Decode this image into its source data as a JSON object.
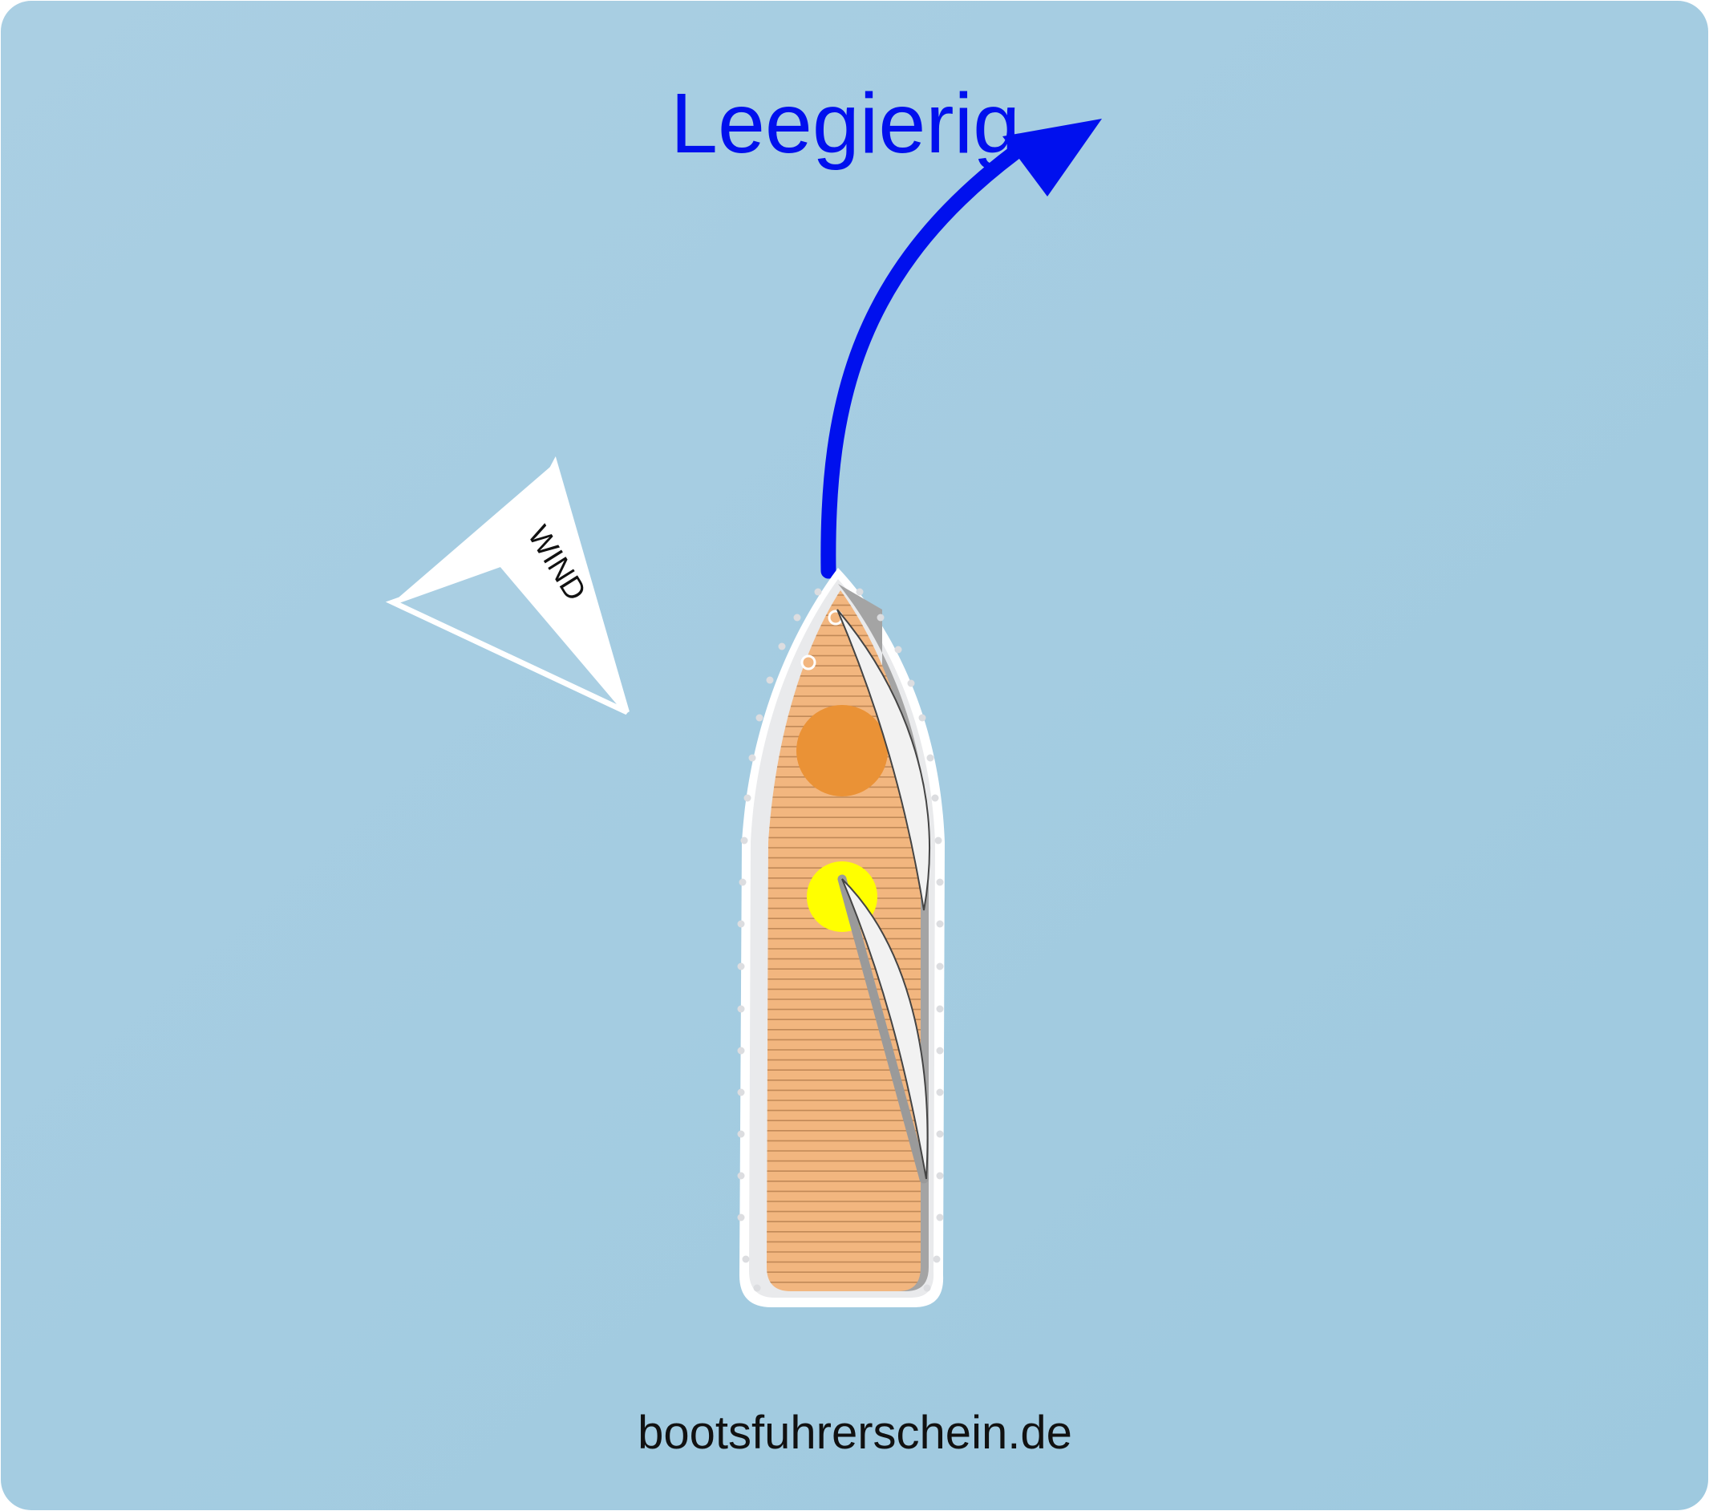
{
  "diagram": {
    "title": "Leegierig",
    "wind_label": "WIND",
    "footer": "bootsfuhrerschein.de"
  },
  "colors": {
    "background_start": "#aacfe3",
    "background_end": "#9ec9df",
    "arrow": "#0010ee",
    "title": "#0010ee",
    "hull_outline": "#ffffff",
    "hull_rim": "#e9eaec",
    "deck": "#f2b67f",
    "deck_lines": "#b07a4a",
    "starboard_shadow": "#a4a4a4",
    "mast_orange": "#ea9236",
    "mast_yellow": "#ffff00",
    "sail": "#f2f2f2",
    "sail_outline": "#444444",
    "boom": "#9a9a9a",
    "wind_vane_fill": "#ffffff",
    "text_dark": "#111111"
  },
  "icons": {
    "wind_vane": "wind-direction-vane-icon",
    "turn_arrow": "curved-turn-arrow-icon"
  }
}
